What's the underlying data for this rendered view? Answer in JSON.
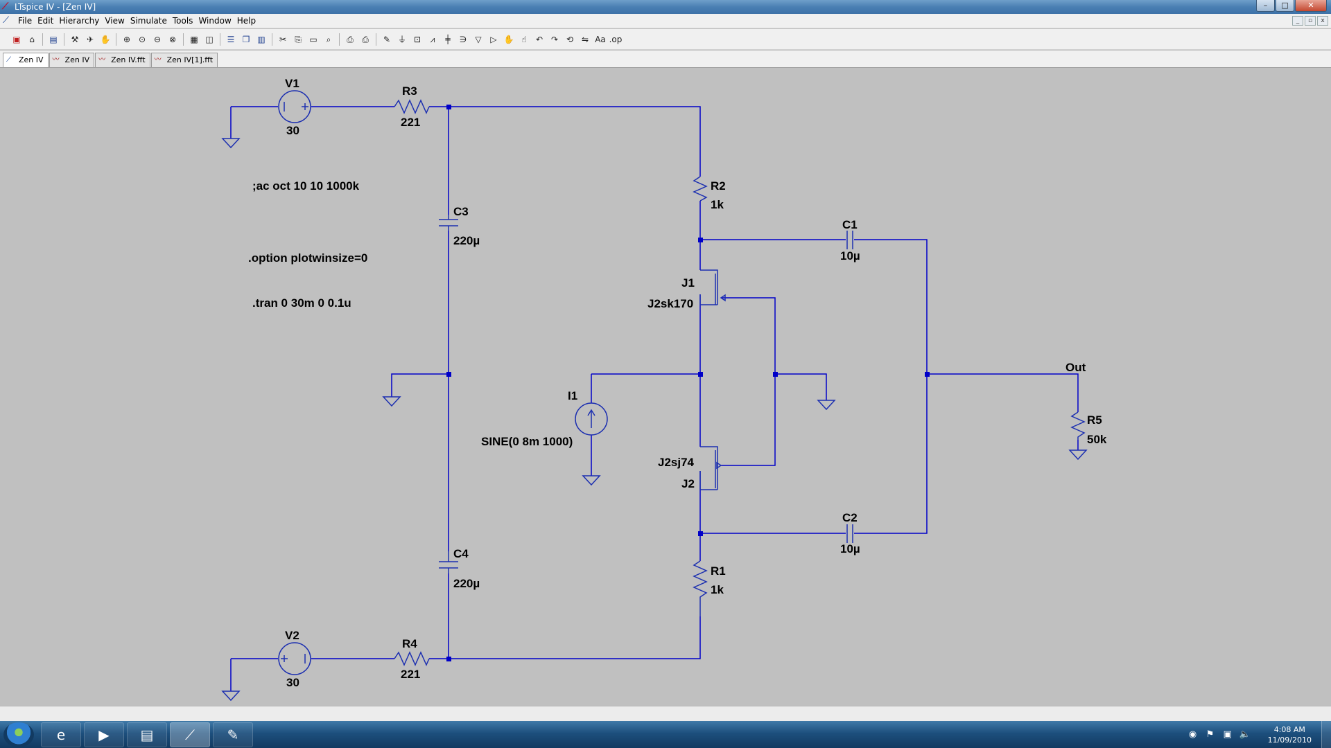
{
  "window": {
    "title": "LTspice IV - [Zen IV]",
    "controls": {
      "minimize": "–",
      "maximize": "□",
      "close": "✕"
    }
  },
  "menu": {
    "items": [
      "File",
      "Edit",
      "Hierarchy",
      "View",
      "Simulate",
      "Tools",
      "Window",
      "Help"
    ],
    "mdi": {
      "minimize": "_",
      "restore": "▫",
      "close": "x"
    }
  },
  "tabs": [
    {
      "label": "Zen IV",
      "icon": "schematic-icon",
      "active": true
    },
    {
      "label": "Zen IV",
      "icon": "waveform-icon",
      "active": false
    },
    {
      "label": "Zen IV.fft",
      "icon": "waveform-icon",
      "active": false
    },
    {
      "label": "Zen IV[1].fft",
      "icon": "waveform-icon",
      "active": false
    }
  ],
  "schematic": {
    "directives": {
      "ac": ";ac oct 10 10 1000k",
      "option": ".option plotwinsize=0",
      "tran": ".tran 0 30m 0 0.1u"
    },
    "components": {
      "V1": {
        "name": "V1",
        "value": "30"
      },
      "V2": {
        "name": "V2",
        "value": "30"
      },
      "R3": {
        "name": "R3",
        "value": "221"
      },
      "R4": {
        "name": "R4",
        "value": "221"
      },
      "R2": {
        "name": "R2",
        "value": "1k"
      },
      "R1": {
        "name": "R1",
        "value": "1k"
      },
      "R5": {
        "name": "R5",
        "value": "50k"
      },
      "C1": {
        "name": "C1",
        "value": "10µ"
      },
      "C2": {
        "name": "C2",
        "value": "10µ"
      },
      "C3": {
        "name": "C3",
        "value": "220µ"
      },
      "C4": {
        "name": "C4",
        "value": "220µ"
      },
      "J1": {
        "name": "J1",
        "value": "J2sk170"
      },
      "J2": {
        "name": "J2",
        "value": "J2sj74"
      },
      "I1": {
        "name": "I1",
        "value": "SINE(0 8m 1000)"
      }
    },
    "net_labels": {
      "out": "Out"
    },
    "wire_color": "#0000c8",
    "symbol_color": "#1c2fb0"
  },
  "taskbar": {
    "apps": [
      "internet-explorer-icon",
      "media-player-icon",
      "folder-icon",
      "ltspice-icon",
      "paint-icon"
    ],
    "clock": {
      "time": "4:08 AM",
      "date": "11/09/2010"
    }
  }
}
